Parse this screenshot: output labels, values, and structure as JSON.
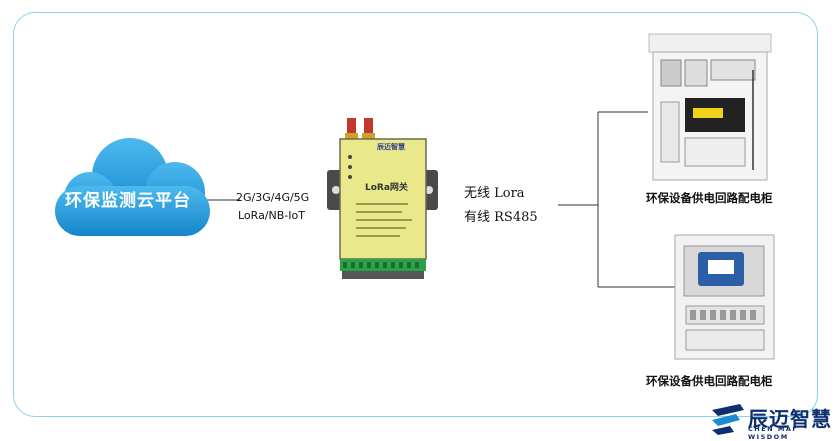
{
  "cloud": {
    "label": "环保监测云平台"
  },
  "network": {
    "line1": "2G/3G/4G/5G",
    "line2": "LoRa/NB-IoT"
  },
  "gateway": {
    "brand": "辰迈智慧",
    "model": "LoRa网关"
  },
  "wireless": {
    "line1": "无线 Lora",
    "line2": "有线 RS485"
  },
  "cabinets": [
    {
      "label": "环保设备供电回路配电柜"
    },
    {
      "label": "环保设备供电回路配电柜"
    }
  ],
  "logo": {
    "name": "辰迈智慧",
    "sub": "CHEN MAI WISDOM"
  },
  "colors": {
    "cloud": "#2a9fe0",
    "frame": "#8fd0ea",
    "gateway": "#e8e88a",
    "terminal": "#2aa24a"
  }
}
